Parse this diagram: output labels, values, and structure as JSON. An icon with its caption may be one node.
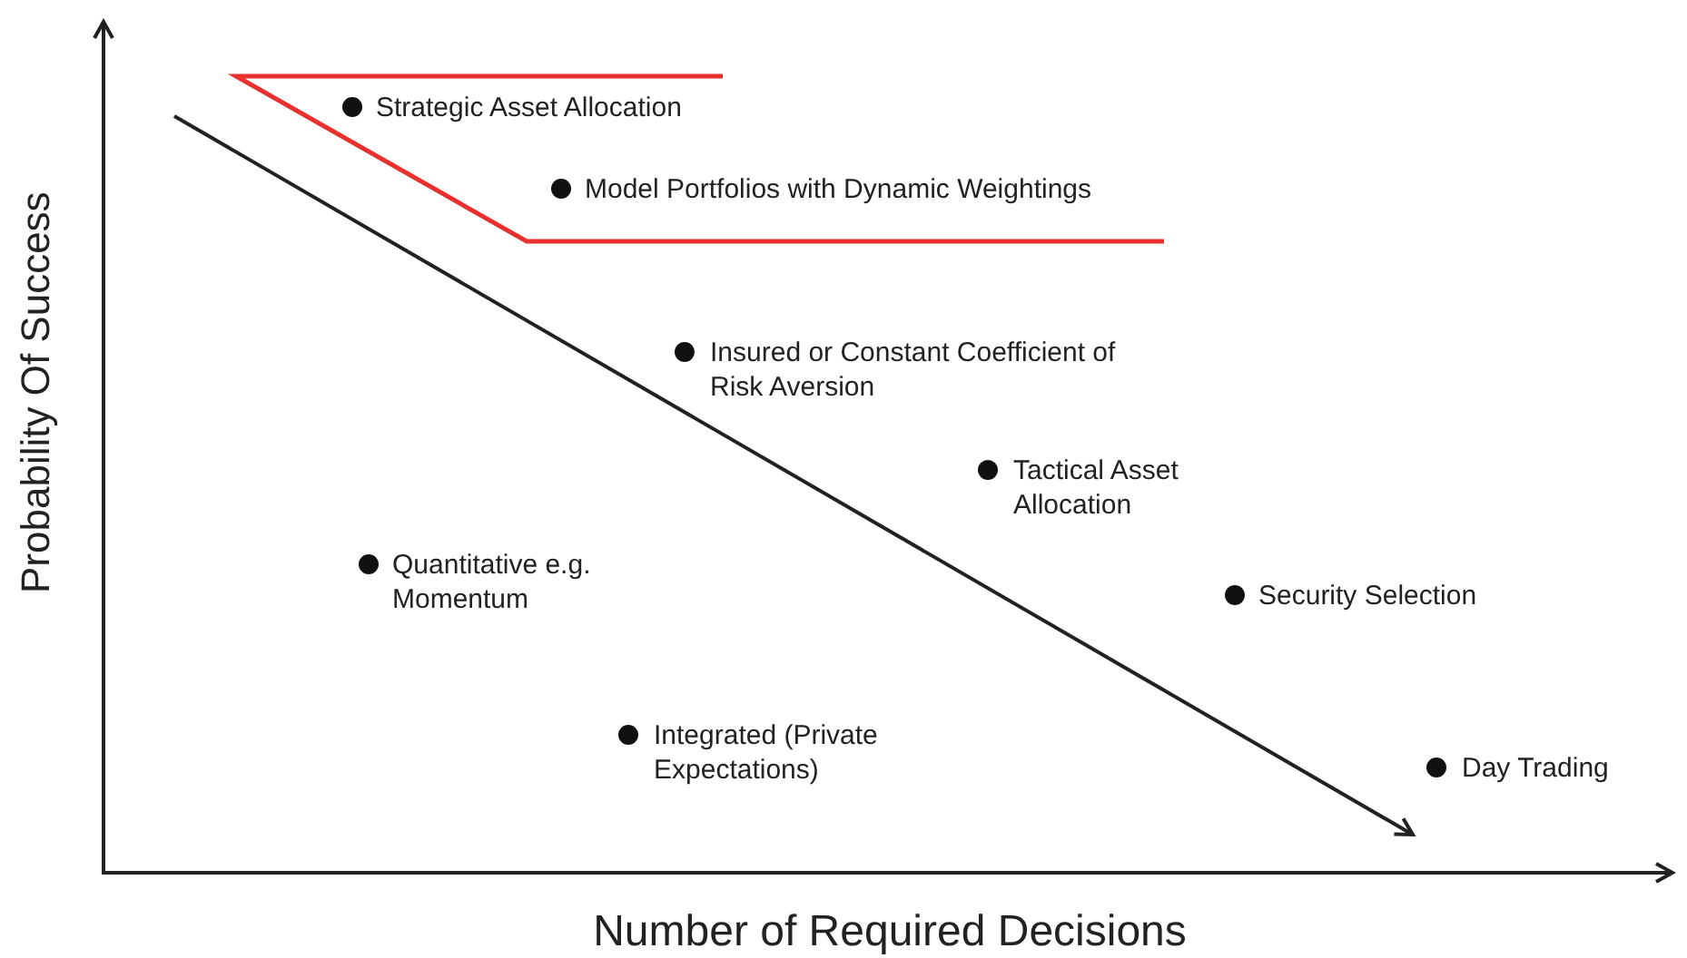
{
  "diagram": {
    "labels": [
      "Probability Of Success",
      "Number of Required Decisions",
      "Strategic Asset Allocation",
      "Model Portfolios with Dynamic Weightings",
      "Insured or Constant Coefficient of Risk Aversion",
      "Tactical Asset Allocation",
      "Quantitative e.g. Momentum",
      "Security Selection",
      "Integrated (Private Expectations)",
      "Day Trading"
    ]
  }
}
